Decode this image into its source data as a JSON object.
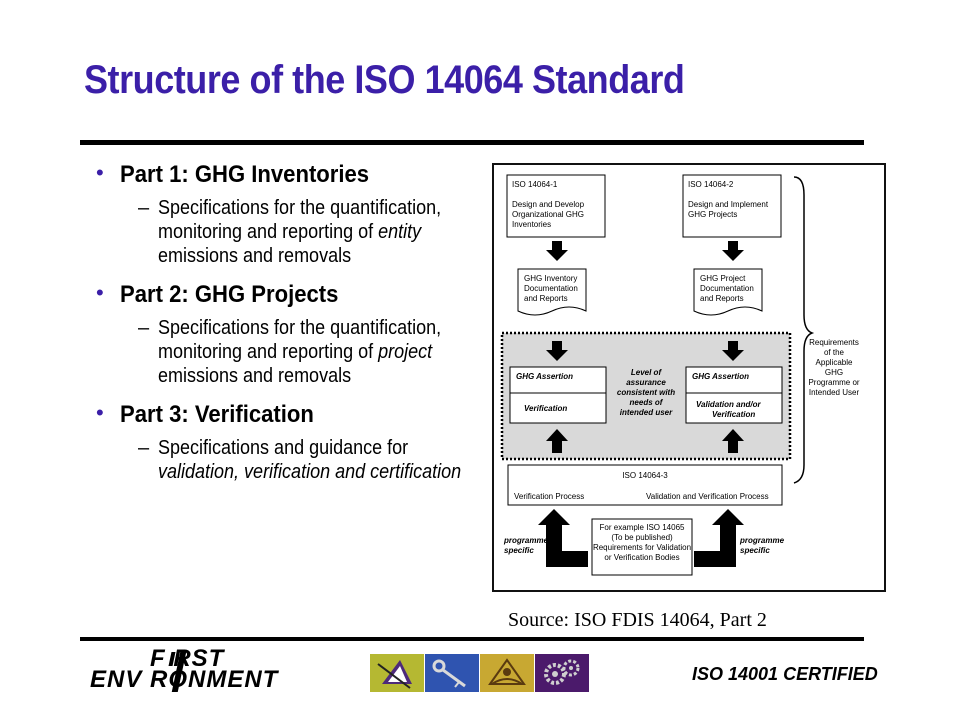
{
  "slide": {
    "title": "Structure of the ISO 14064 Standard",
    "source": "Source: ISO FDIS 14064, Part 2",
    "certified": "ISO 14001 CERTIFIED"
  },
  "bullets": [
    {
      "heading": "Part 1: GHG Inventories",
      "sub_before": "Specifications for the quantification, monitoring and reporting of ",
      "sub_em": "entity",
      "sub_after": " emissions and removals"
    },
    {
      "heading": "Part 2: GHG Projects",
      "sub_before": "Specifications for the quantification, monitoring and reporting of ",
      "sub_em": "project",
      "sub_after": " emissions and removals"
    },
    {
      "heading": "Part 3: Verification",
      "sub_before": "Specifications and guidance for ",
      "sub_em": "validation, verification and certification",
      "sub_after": ""
    }
  ],
  "logo": {
    "line1": "F RST",
    "line2": "ENV RONMENT"
  },
  "diagram": {
    "box1_title": "ISO 14064-1",
    "box1_l1": "Design and Develop",
    "box1_l2": "Organizational GHG",
    "box1_l3": "Inventories",
    "box2_title": "ISO 14064-2",
    "box2_l1": "Design and Implement",
    "box2_l2": "GHG Projects",
    "doc1_l1": "GHG Inventory",
    "doc1_l2": "Documentation",
    "doc1_l3": "and Reports",
    "doc2_l1": "GHG Project",
    "doc2_l2": "Documentation",
    "doc2_l3": "and Reports",
    "assert_left": "GHG Assertion",
    "verif_left": "Verification",
    "assert_right": "GHG Assertion",
    "verif_right_l1": "Validation and/or",
    "verif_right_l2": "Verification",
    "center_l1": "Level of",
    "center_l2": "assurance",
    "center_l3": "consistent with",
    "center_l4": "needs of",
    "center_l5": "intended user",
    "part3_title": "ISO 14064-3",
    "part3_left": "Verification Process",
    "part3_right": "Validation and Verification Process",
    "prog_left_l1": "programme",
    "prog_left_l2": "specific",
    "prog_right_l1": "programme",
    "prog_right_l2": "specific",
    "bottom_l1": "For example ISO 14065",
    "bottom_l2": "(To be published)",
    "bottom_l3": "Requirements for Validation",
    "bottom_l4": "or Verification Bodies",
    "req_l1": "Requirements",
    "req_l2": "of the",
    "req_l3": "Applicable",
    "req_l4": "GHG",
    "req_l5": "Programme or",
    "req_l6": "Intended User"
  }
}
